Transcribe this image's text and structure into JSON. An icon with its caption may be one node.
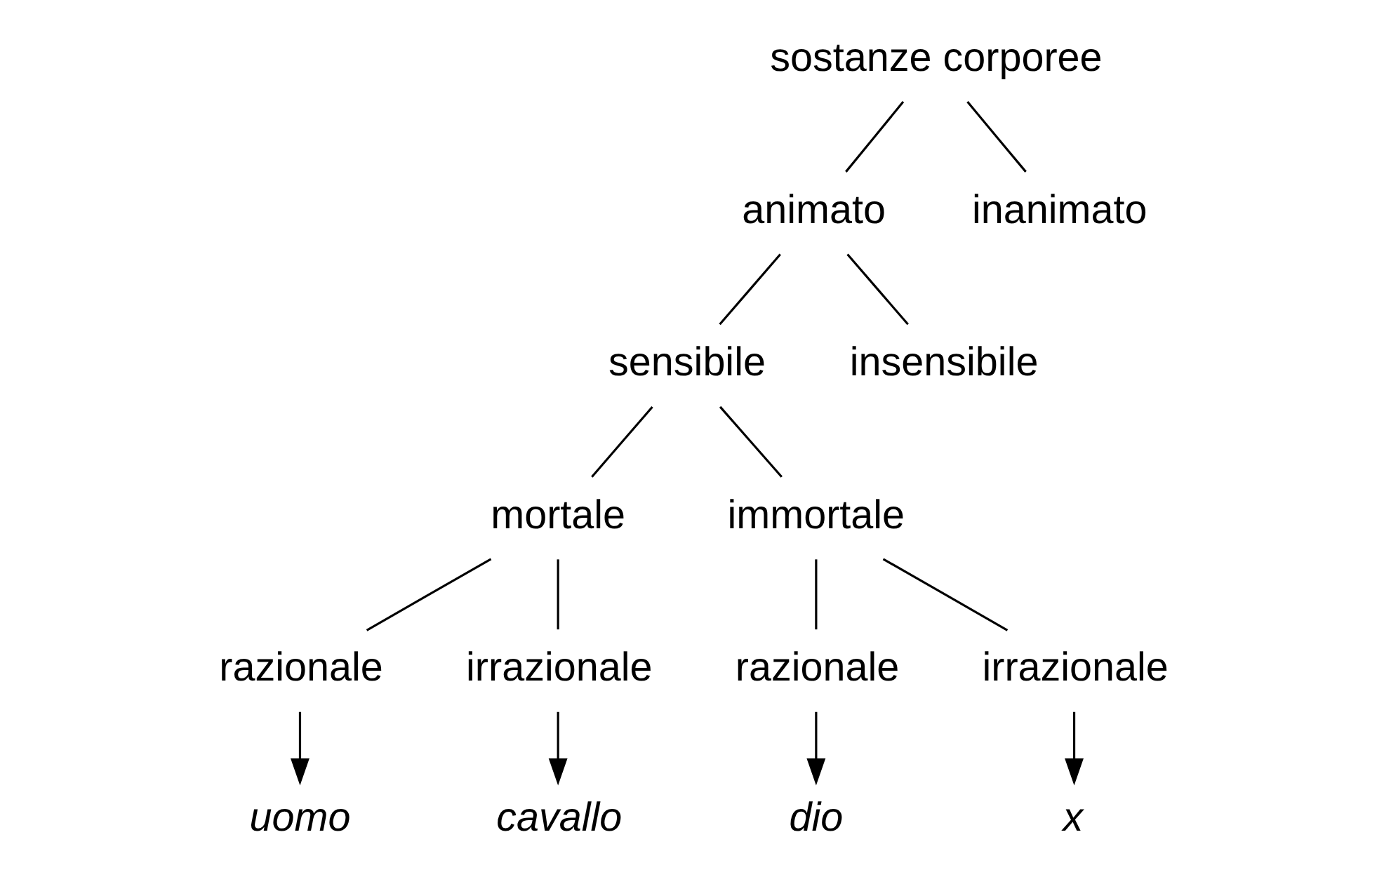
{
  "diagram": {
    "nodes": [
      {
        "text": [
          "sostanze corporee"
        ]
      },
      {
        "text": [
          "animato"
        ]
      },
      {
        "text": [
          "inanimato"
        ]
      },
      {
        "text": [
          "sensibile"
        ]
      },
      {
        "text": [
          "insensibile"
        ]
      },
      {
        "text": [
          "mortale"
        ]
      },
      {
        "text": [
          "immortale"
        ]
      },
      {
        "text": [
          "razionale"
        ]
      },
      {
        "text": [
          "irrazionale"
        ]
      },
      {
        "text": [
          "razionale"
        ]
      },
      {
        "text": [
          "irrazionale"
        ]
      },
      {
        "text": [
          "uomo"
        ]
      },
      {
        "text": [
          "cavallo"
        ]
      },
      {
        "text": [
          "dio"
        ]
      },
      {
        "text": [
          "x"
        ]
      }
    ],
    "edges": [
      {
        "from": 0,
        "to": 1,
        "arrow": "none"
      },
      {
        "from": 0,
        "to": 2,
        "arrow": "none"
      },
      {
        "from": 1,
        "to": 3,
        "arrow": "none"
      },
      {
        "from": 1,
        "to": 4,
        "arrow": "none"
      },
      {
        "from": 3,
        "to": 5,
        "arrow": "none"
      },
      {
        "from": 3,
        "to": 6,
        "arrow": "none"
      },
      {
        "from": 5,
        "to": 7,
        "arrow": "none"
      },
      {
        "from": 5,
        "to": 8,
        "arrow": "none"
      },
      {
        "from": 6,
        "to": 9,
        "arrow": "none"
      },
      {
        "from": 6,
        "to": 10,
        "arrow": "none"
      },
      {
        "from": 7,
        "to": 11,
        "arrow": "to"
      },
      {
        "from": 8,
        "to": 12,
        "arrow": "to"
      },
      {
        "from": 9,
        "to": 13,
        "arrow": "to"
      },
      {
        "from": 10,
        "to": 14,
        "arrow": "to"
      }
    ]
  }
}
